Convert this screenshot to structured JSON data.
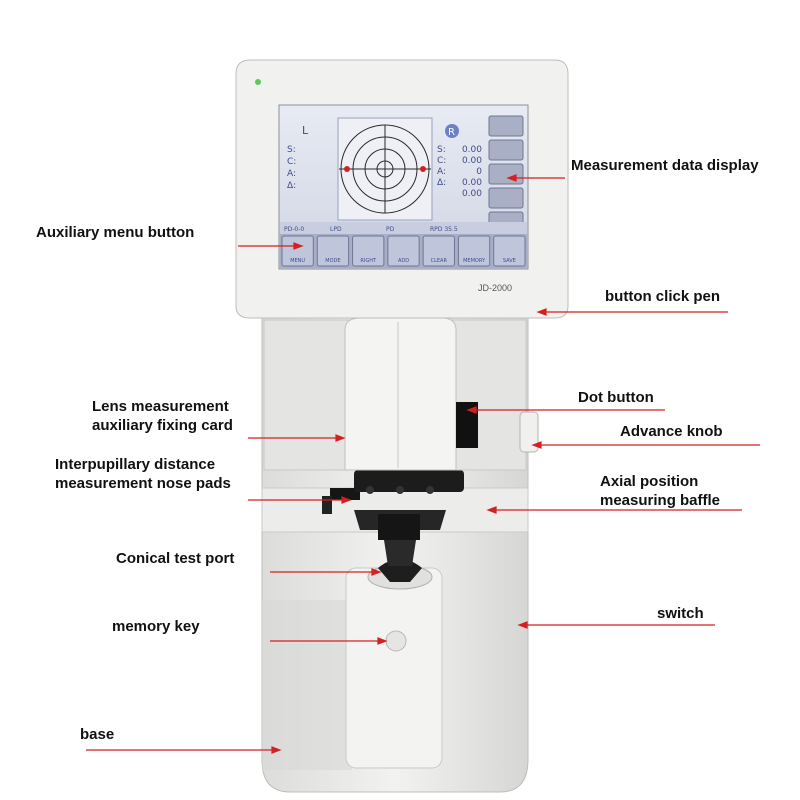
{
  "colors": {
    "accent_arrow": "#d42020",
    "screen_bg": "#dfe3ee",
    "device_body": "#e9e9e7"
  },
  "labels": {
    "measurement_display": "Measurement data display",
    "aux_menu_button": "Auxiliary menu button",
    "button_click_pen": "button click pen",
    "lens_card_line1": "Lens measurement",
    "lens_card_line2": "auxiliary fixing card",
    "dot_button": "Dot button",
    "advance_knob": "Advance knob",
    "nose_pads_line1": "Interpupillary distance",
    "nose_pads_line2": "measurement nose pads",
    "axial_line1": "Axial position",
    "axial_line2": "measuring baffle",
    "conical_port": "Conical test port",
    "memory_key": "memory key",
    "switch": "switch",
    "base": "base"
  },
  "screen": {
    "left_eye": "L",
    "right_eye": "R",
    "readouts": [
      {
        "label": "S:",
        "value": "0.00"
      },
      {
        "label": "C:",
        "value": "0.00"
      },
      {
        "label": "A:",
        "value": "0"
      },
      {
        "label": "Δ:",
        "value": "0.00"
      },
      {
        "label": "",
        "value": "0.00"
      }
    ],
    "left_readout_labels": [
      "S:",
      "C:",
      "A:",
      "Δ:"
    ],
    "status_bar": [
      "PD-0-0",
      "LPD",
      "PD",
      "RPD 35.5"
    ],
    "buttons": [
      "MENU",
      "MODE",
      "RIGHT",
      "ADD",
      "CLEAR",
      "MEMORY",
      "SAVE"
    ]
  },
  "model_text": "JD-2000"
}
